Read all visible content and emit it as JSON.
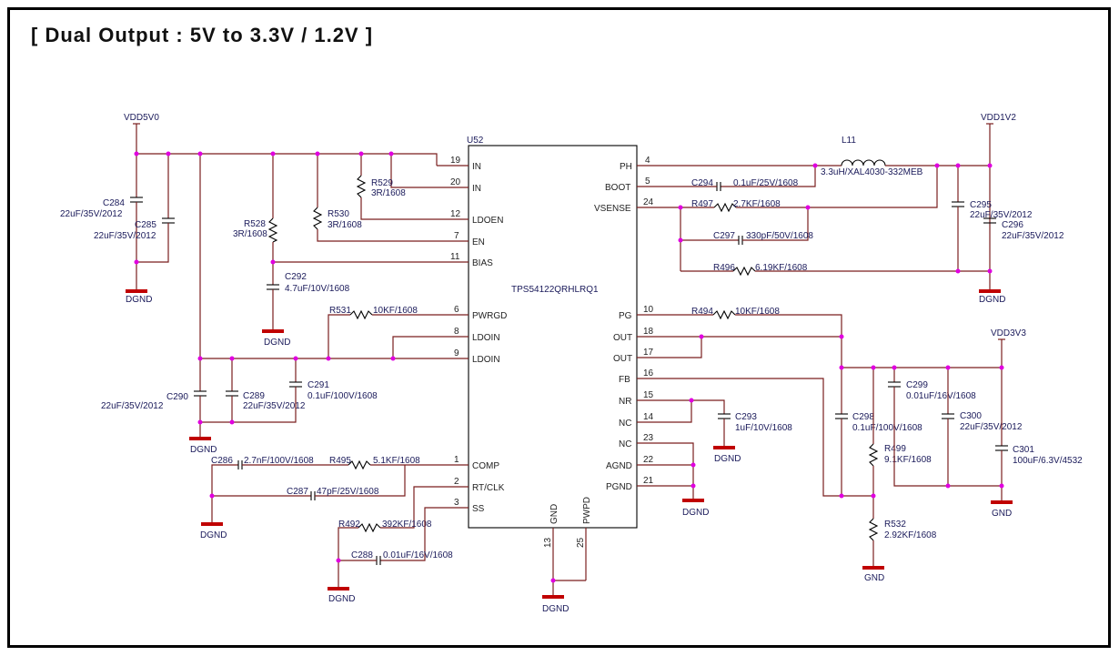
{
  "title": "[ Dual Output : 5V to 3.3V / 1.2V ]",
  "ic": {
    "ref": "U52",
    "part": "TPS54122QRHLRQ1",
    "left_pins": [
      {
        "num": "19",
        "name": "IN"
      },
      {
        "num": "20",
        "name": "IN"
      },
      {
        "num": "12",
        "name": "LDOEN"
      },
      {
        "num": "7",
        "name": "EN"
      },
      {
        "num": "11",
        "name": "BIAS"
      },
      {
        "num": "6",
        "name": "PWRGD"
      },
      {
        "num": "8",
        "name": "LDOIN"
      },
      {
        "num": "9",
        "name": "LDOIN"
      },
      {
        "num": "1",
        "name": "COMP"
      },
      {
        "num": "2",
        "name": "RT/CLK"
      },
      {
        "num": "3",
        "name": "SS"
      }
    ],
    "right_pins": [
      {
        "num": "4",
        "name": "PH"
      },
      {
        "num": "5",
        "name": "BOOT"
      },
      {
        "num": "24",
        "name": "VSENSE"
      },
      {
        "num": "10",
        "name": "PG"
      },
      {
        "num": "18",
        "name": "OUT"
      },
      {
        "num": "17",
        "name": "OUT"
      },
      {
        "num": "16",
        "name": "FB"
      },
      {
        "num": "15",
        "name": "NR"
      },
      {
        "num": "14",
        "name": "NC"
      },
      {
        "num": "23",
        "name": "NC"
      },
      {
        "num": "22",
        "name": "AGND"
      },
      {
        "num": "21",
        "name": "PGND"
      }
    ],
    "bottom_pins": [
      {
        "num": "13",
        "name": "GND"
      },
      {
        "num": "25",
        "name": "PWPD"
      }
    ]
  },
  "nets": {
    "vdd5v0": "VDD5V0",
    "vdd1v2": "VDD1V2",
    "vdd3v3": "VDD3V3",
    "dgnd": "DGND",
    "gnd": "GND"
  },
  "components": {
    "c284": {
      "ref": "C284",
      "value": "22uF/35V/2012"
    },
    "c285": {
      "ref": "C285",
      "value": "22uF/35V/2012"
    },
    "r528": {
      "ref": "R528",
      "value": "3R/1608"
    },
    "r529": {
      "ref": "R529",
      "value": "3R/1608"
    },
    "r530": {
      "ref": "R530",
      "value": "3R/1608"
    },
    "c292": {
      "ref": "C292",
      "value": "4.7uF/10V/1608"
    },
    "r531": {
      "ref": "R531",
      "value": "10KF/1608"
    },
    "c290": {
      "ref": "C290",
      "value": "22uF/35V/2012"
    },
    "c289": {
      "ref": "C289",
      "value": "22uF/35V/2012"
    },
    "c291": {
      "ref": "C291",
      "value": "0.1uF/100V/1608"
    },
    "c286": {
      "ref": "C286",
      "value": "2.7nF/100V/1608"
    },
    "r495": {
      "ref": "R495",
      "value": "5.1KF/1608"
    },
    "c287": {
      "ref": "C287",
      "value": "47pF/25V/1608"
    },
    "r492": {
      "ref": "R492",
      "value": "392KF/1608"
    },
    "c288": {
      "ref": "C288",
      "value": "0.01uF/16V/1608"
    },
    "l11": {
      "ref": "L11",
      "value": "3.3uH/XAL4030-332MEB"
    },
    "c294": {
      "ref": "C294",
      "value": "0.1uF/25V/1608"
    },
    "r497": {
      "ref": "R497",
      "value": "2.7KF/1608"
    },
    "c297": {
      "ref": "C297",
      "value": "330pF/50V/1608"
    },
    "r496": {
      "ref": "R496",
      "value": "6.19KF/1608"
    },
    "c295": {
      "ref": "C295",
      "value": "22uF/35V/2012"
    },
    "c296": {
      "ref": "C296",
      "value": "22uF/35V/2012"
    },
    "r494": {
      "ref": "R494",
      "value": "10KF/1608"
    },
    "c293": {
      "ref": "C293",
      "value": "1uF/10V/1608"
    },
    "c298": {
      "ref": "C298",
      "value": "0.1uF/100V/1608"
    },
    "r499": {
      "ref": "R499",
      "value": "9.1KF/1608"
    },
    "c299": {
      "ref": "C299",
      "value": "0.01uF/16V/1608"
    },
    "c300": {
      "ref": "C300",
      "value": "22uF/35V/2012"
    },
    "c301": {
      "ref": "C301",
      "value": "100uF/6.3V/4532"
    },
    "r532": {
      "ref": "R532",
      "value": "2.92KF/1608"
    }
  }
}
